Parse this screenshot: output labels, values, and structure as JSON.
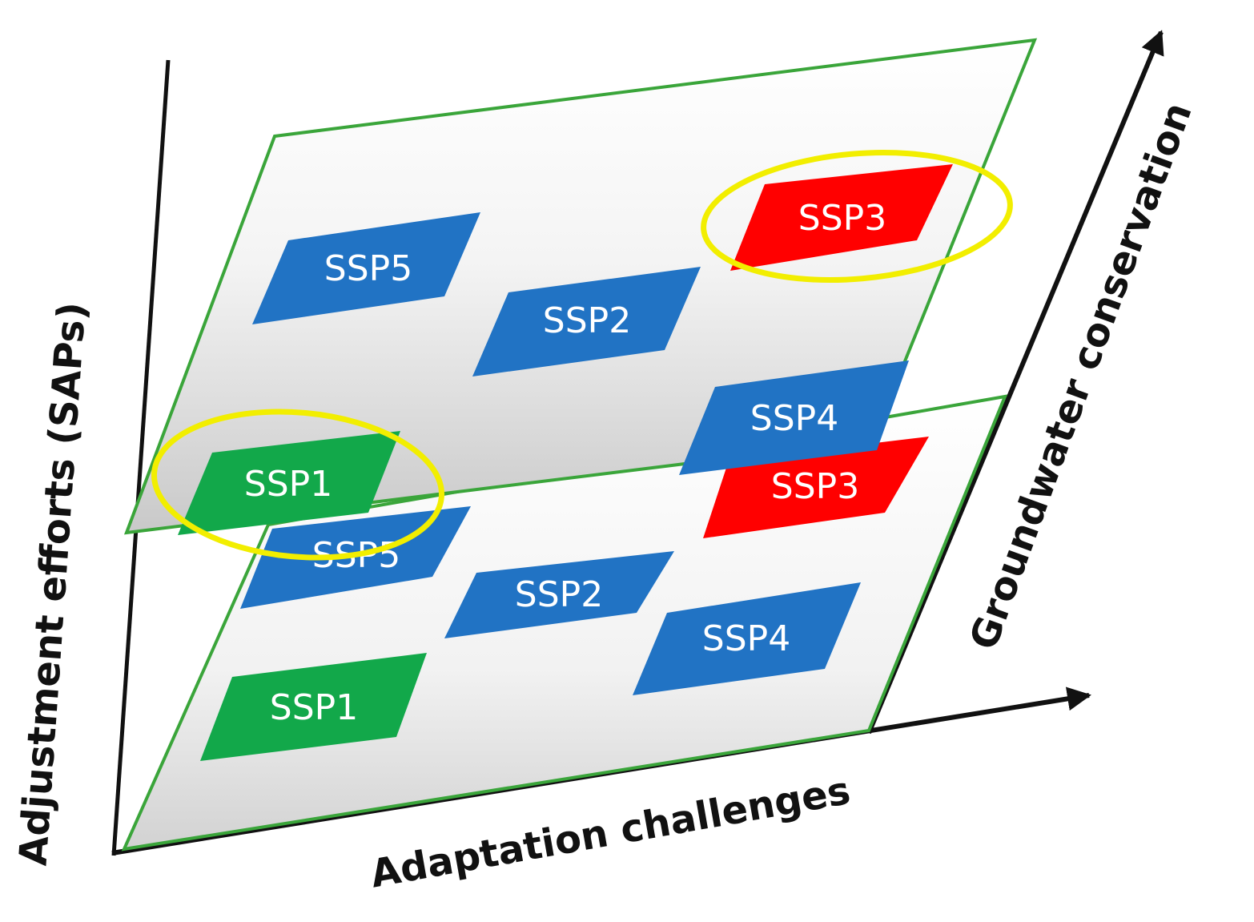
{
  "axes": {
    "x_label": "Adaptation challenges",
    "y_label": "Adjustment efforts (SAPs)",
    "z_label": "Groundwater conservation"
  },
  "colors": {
    "blue_box": "#2173c4",
    "green_box": "#12a84a",
    "red_box": "#ff0000",
    "plane_border": "#3aa53a",
    "highlight_ellipse": "#f2ee00",
    "axis_line": "#111111"
  },
  "planes": {
    "upper": {
      "boxes": [
        {
          "label": "SSP5",
          "color": "blue"
        },
        {
          "label": "SSP2",
          "color": "blue"
        },
        {
          "label": "SSP3",
          "color": "red",
          "highlighted": true
        },
        {
          "label": "SSP4",
          "color": "blue"
        },
        {
          "label": "SSP1",
          "color": "green",
          "highlighted": true
        }
      ]
    },
    "lower": {
      "boxes": [
        {
          "label": "SSP3",
          "color": "red"
        },
        {
          "label": "SSP5",
          "color": "blue"
        },
        {
          "label": "SSP2",
          "color": "blue"
        },
        {
          "label": "SSP4",
          "color": "blue"
        },
        {
          "label": "SSP1",
          "color": "green"
        }
      ]
    }
  }
}
